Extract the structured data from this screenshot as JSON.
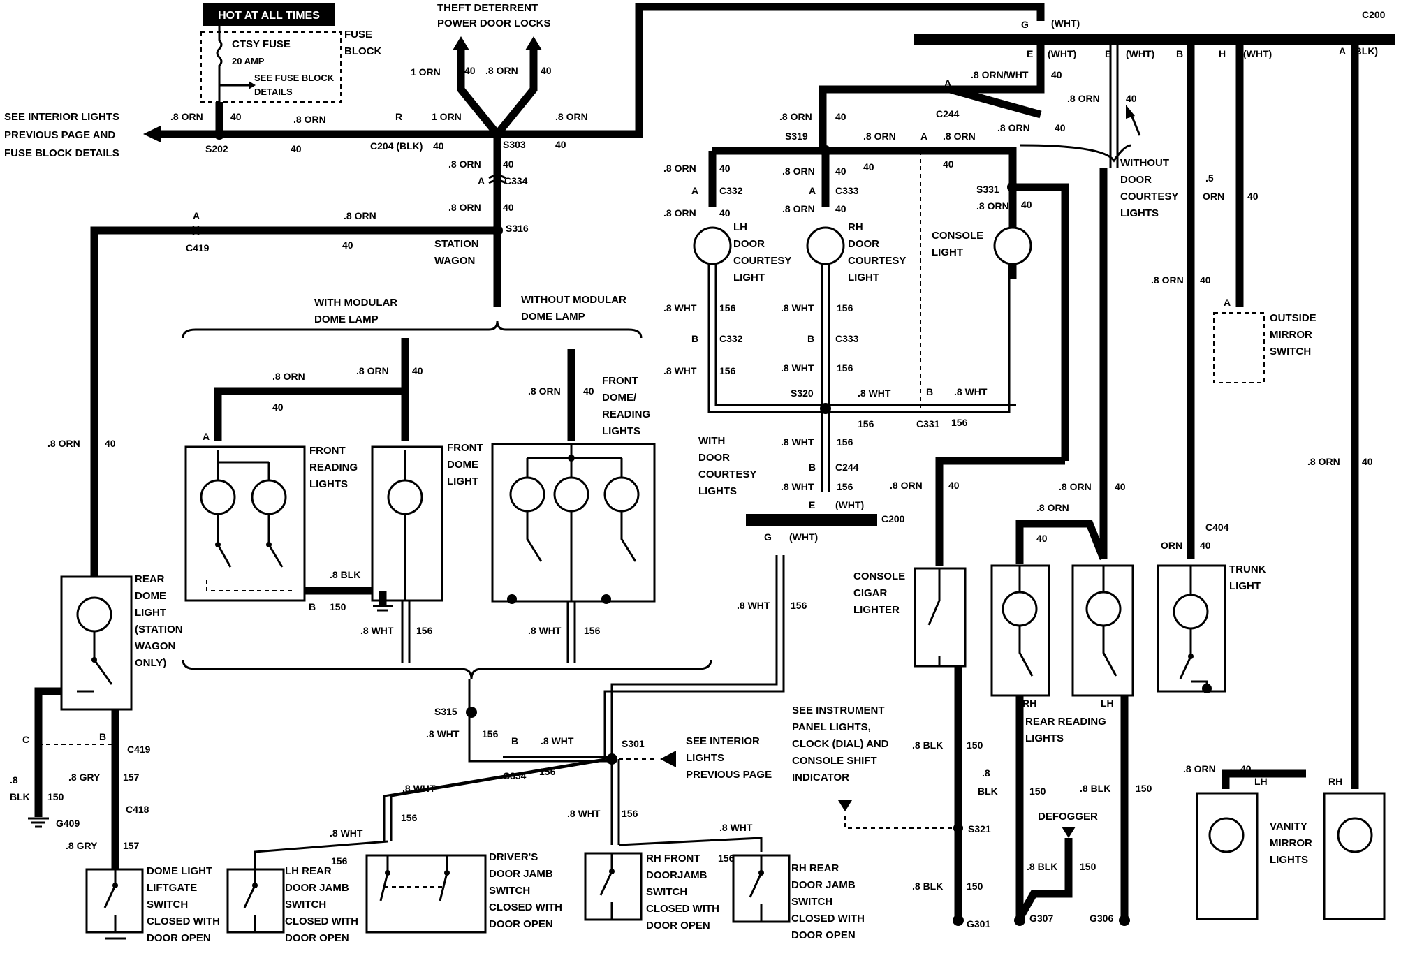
{
  "title_box": "HOT AT ALL TIMES",
  "fuse": {
    "name": "CTSY FUSE",
    "rating": "20 AMP",
    "details": [
      "SEE FUSE BLOCK",
      "DETAILS"
    ],
    "block": [
      "FUSE",
      "BLOCK"
    ]
  },
  "see_left": [
    "SEE INTERIOR LIGHTS",
    "PREVIOUS PAGE AND",
    "FUSE BLOCK DETAILS"
  ],
  "theft": [
    "THEFT DETERRENT",
    "POWER DOOR LOCKS"
  ],
  "wires": {
    "w_1orn": "1 ORN",
    "w_08orn": ".8 ORN",
    "w_08ornwht": ".8 ORN/WHT",
    "w_08wht": ".8 WHT",
    "w_08blk": ".8 BLK",
    "w_08gry": ".8 GRY",
    "w_05": ".5",
    "w_orn": "ORN",
    "w_08": ".8",
    "w_blk": "BLK",
    "c40": "40",
    "c156": "156",
    "c150": "150",
    "c157": "157"
  },
  "connectors": {
    "s202": "S202",
    "s303": "S303",
    "s316": "S316",
    "s315": "S315",
    "s301": "S301",
    "s319": "S319",
    "s320": "S320",
    "s321": "S321",
    "s331": "S331",
    "c204": "C204 (BLK)",
    "c334": "C334",
    "c419": "C419",
    "c418": "C418",
    "c332": "C332",
    "c333": "C333",
    "c331": "C331",
    "c244": "C244",
    "c200": "C200",
    "c404": "C404",
    "g409": "G409",
    "g301": "G301",
    "g307": "G307",
    "g306": "G306",
    "pin_a": "A",
    "pin_b": "B",
    "pin_c": "C",
    "pin_e": "E",
    "pin_g": "G",
    "pin_h": "H",
    "pin_r": "R",
    "wht": "(WHT)",
    "blk": "(BLK)"
  },
  "labels": {
    "station_wagon": [
      "STATION",
      "WAGON"
    ],
    "with_modular": [
      "WITH MODULAR",
      "DOME LAMP"
    ],
    "without_modular": [
      "WITHOUT MODULAR",
      "DOME LAMP"
    ],
    "front_reading": [
      "FRONT",
      "READING",
      "LIGHTS"
    ],
    "front_dome": [
      "FRONT",
      "DOME",
      "LIGHT"
    ],
    "front_dome_reading": [
      "FRONT",
      "DOME/",
      "READING",
      "LIGHTS"
    ],
    "rear_dome": [
      "REAR",
      "DOME",
      "LIGHT",
      "(STATION",
      "WAGON",
      "ONLY)"
    ],
    "lh_courtesy": [
      "LH",
      "DOOR",
      "COURTESY",
      "LIGHT"
    ],
    "rh_courtesy": [
      "RH",
      "DOOR",
      "COURTESY",
      "LIGHT"
    ],
    "console_light": [
      "CONSOLE",
      "LIGHT"
    ],
    "without_courtesy": [
      "WITHOUT",
      "DOOR",
      "COURTESY",
      "LIGHTS"
    ],
    "with_courtesy": [
      "WITH",
      "DOOR",
      "COURTESY",
      "LIGHTS"
    ],
    "outside_mirror": [
      "OUTSIDE",
      "MIRROR",
      "SWITCH"
    ],
    "console_cigar": [
      "CONSOLE",
      "CIGAR",
      "LIGHTER"
    ],
    "rear_reading": [
      "REAR READING",
      "LIGHTS"
    ],
    "rh": "RH",
    "lh": "LH",
    "trunk": [
      "TRUNK",
      "LIGHT"
    ],
    "vanity": [
      "VANITY",
      "MIRROR",
      "LIGHTS"
    ],
    "see_ip": [
      "SEE INSTRUMENT",
      "PANEL LIGHTS,",
      "CLOCK (DIAL) AND",
      "CONSOLE SHIFT",
      "INDICATOR"
    ],
    "defogger": "DEFOGGER",
    "see_interior": [
      "SEE INTERIOR",
      "LIGHTS",
      "PREVIOUS PAGE"
    ],
    "dome_liftgate": [
      "DOME LIGHT",
      "LIFTGATE",
      "SWITCH",
      "CLOSED WITH",
      "DOOR OPEN"
    ],
    "lh_rear_jamb": [
      "LH REAR",
      "DOOR JAMB",
      "SWITCH",
      "CLOSED WITH",
      "DOOR OPEN"
    ],
    "drivers_jamb": [
      "DRIVER'S",
      "DOOR JAMB",
      "SWITCH",
      "CLOSED WITH",
      "DOOR OPEN"
    ],
    "rh_front_jamb": [
      "RH FRONT",
      "DOORJAMB",
      "SWITCH",
      "CLOSED WITH",
      "DOOR OPEN"
    ],
    "rh_rear_jamb": [
      "RH REAR",
      "DOOR JAMB",
      "SWITCH",
      "CLOSED WITH",
      "DOOR OPEN"
    ]
  }
}
